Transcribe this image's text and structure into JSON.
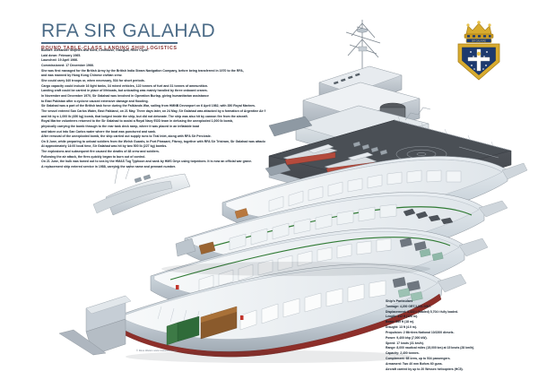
{
  "poster": {
    "title": "RFA SIR GALAHAD",
    "subtitle": "ROUND TABLE-CLASS LANDING SHIP LOGISTICS",
    "background_color": "#ffffff",
    "title_color": "#4a6a86",
    "subtitle_color": "#8c3a3a",
    "copyright": "© Ross Watton www.rosswatton.com"
  },
  "history": {
    "lines": [
      "Builder: Alexander Stephen and Sons, Linthouse, Glasgow, River Clyde.",
      "Laid down: February 1965.",
      "Launched: 19 April 1966.",
      "Commissioned: 17 December 1966.",
      "She was first managed for the British Army by the British India Steam Navigation Company, before being transferred in 1970 to the RFA,",
      "and was manned by Hong Kong Chinese civilian crew.",
      "She could carry 340 troops or, when necessary, 534 for short periods.",
      "Cargo capacity could include 16 light tanks, 34 mixed vehicles, 122 tonnes of fuel and 31 tonnes of ammunition.",
      "Landing craft could be carried in place of lifeboats, but unloading was mainly handled by three onboard cranes.",
      "In November and December 1970, Sir Galahad was involved in Operation Burlap, giving humanitarian assistance",
      "to East Pakistan after a cyclone caused extensive damage and flooding.",
      "Sir Galahad was a part of the British task force during the Falklands War, sailing from HMNB Devonport on 6 April 1982, with 350 Royal Marines.",
      "The vessel entered San Carlos Water, East Falkland, on 21 May. Three days later, on 24 May, Sir Galahad was attacked by a formation of Argentine Air Force strike aircraft",
      "and hit by a 1,000 lb (450 kg) bomb, that lodged inside the ship, but did not detonate. The ship was also hit by cannon fire from the aircraft.",
      "Royal Marine volunteers returned to the Sir Galahad to assist a Royal Navy EOD team in defusing the unexploded 1,000 lb bomb,",
      "physically carrying the bomb through to the rear tank deck ramp, where it was placed in an inflatable boat",
      "and taken out into San Carlos water where the boat was punctured and sank.",
      "After removal of the unexploded bomb, the ship carried out supply runs to Teal Inlet, along with RFA Sir Percivale.",
      "On 8 June, while preparing to unload soldiers from the Welsh Guards, in Port Pleasant, Fitzroy, together with RFA Sir Tristram, Sir Galahad was attacked by three Skyhawks.",
      "At approximately 14:00 local time, Sir Galahad was hit by two 500 lb (227 kg) bombs.",
      "The explosions and subsequent fire caused the deaths of 48 crew and soldiers.",
      "Following the air attack, the fires quickly began to burn out of control.",
      "On 21 June, the hulk was towed out to sea by the HMAS Tug Typhoon and sank by HMS Onyx using torpedoes. It is now an official war grave.",
      "A replacement ship entered service in 1988, carrying the same name and pennant number."
    ]
  },
  "particulars": {
    "heading": "Ship's Particulars",
    "rows": [
      "Tonnage: 4,200 GRT,3,201 DWT.",
      "Displacement: 3,322 t (loaded) 5,704 t fully loaded.",
      "Length: 412 ft (126 m).",
      "Beam: 589 ft (18 m).",
      "Draught: 13 ft (4.0 m).",
      "Propulsion: 2 Mirrlees National 10/2200 diesels.",
      "Power: 9,400 bhp (7,000 kW).",
      "Speed: 17 knots (31 km/h).",
      "Range: 8,000 nautical miles (15,000 km) at 15 knots (28 km/h).",
      "Capacity: 2,400 tonnes.",
      "Complement: 68 crew, up to 534 passengers.",
      "Armament: Two 40 mm Bofors 60 guns.",
      "Aircraft carried by up to 20 Wessex helicopters (HC5)."
    ]
  },
  "crest": {
    "name": "RFA Sir Galahad ship's badge",
    "motto_scroll": "SIR GALAHAD",
    "crown_color": "#d4a12a",
    "frame_color": "#d9b233",
    "field_color": "#1d3a6e",
    "cross_color": "#ffffff"
  },
  "artwork": {
    "title": "Exploded cutaway illustration of RFA Sir Galahad",
    "layer_labels": [
      "superstructure-and-mast",
      "flight-deck-and-landing-craft",
      "upper-accommodation-deck",
      "main-vehicle-deck",
      "lower-troop-deck",
      "tank-deck-and-hull"
    ],
    "hull_color": "#c9d2da",
    "deck_color": "#e8ecef",
    "antifoul_color": "#8d2f2a",
    "shadow_color": "#aeb7c0"
  }
}
